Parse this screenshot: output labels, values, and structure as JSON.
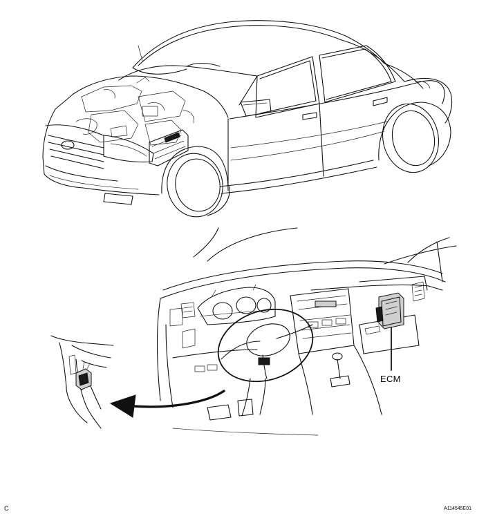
{
  "labels": {
    "ecm": "ECM",
    "corner_letter": "C",
    "figure_id": "A114545E01"
  },
  "figure": {
    "views": [
      "vehicle-exterior-view",
      "dashboard-interior-view",
      "ecm-detail-inset"
    ],
    "line_color": "#111111",
    "background": "#ffffff"
  }
}
